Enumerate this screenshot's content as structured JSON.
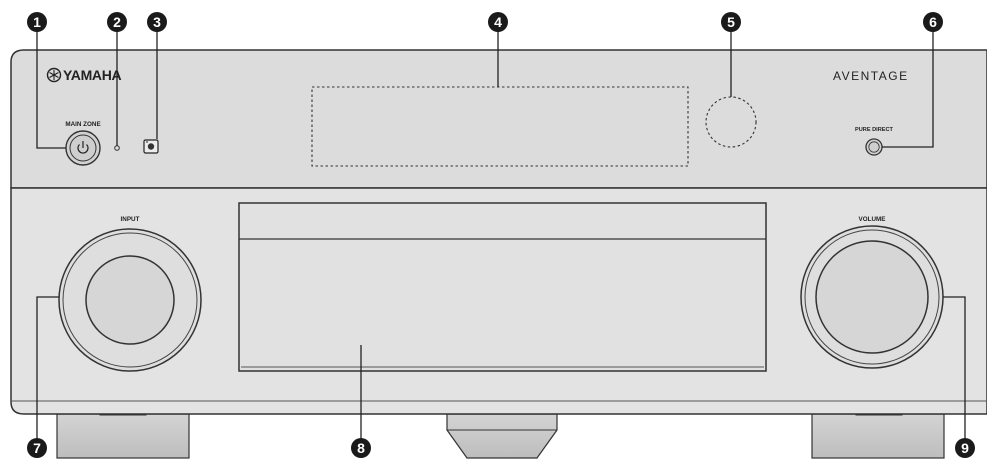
{
  "device": {
    "brand": "YAMAHA",
    "series": "AVENTAGE",
    "labels": {
      "main_zone": "MAIN ZONE",
      "pure_direct": "PURE DIRECT",
      "input": "INPUT",
      "volume": "VOLUME"
    }
  },
  "callouts": [
    "1",
    "2",
    "3",
    "4",
    "5",
    "6",
    "7",
    "8",
    "9"
  ],
  "colors": {
    "panel": "#dcdcdc",
    "panel_lower": "#e3e3e3",
    "outline": "#333333",
    "callout_fill": "#1a1a1a"
  },
  "icons": {
    "power": "power-icon",
    "yamaha_logo": "tuning-fork-logo-icon",
    "ypao": "ypao-mic-jack-icon"
  }
}
